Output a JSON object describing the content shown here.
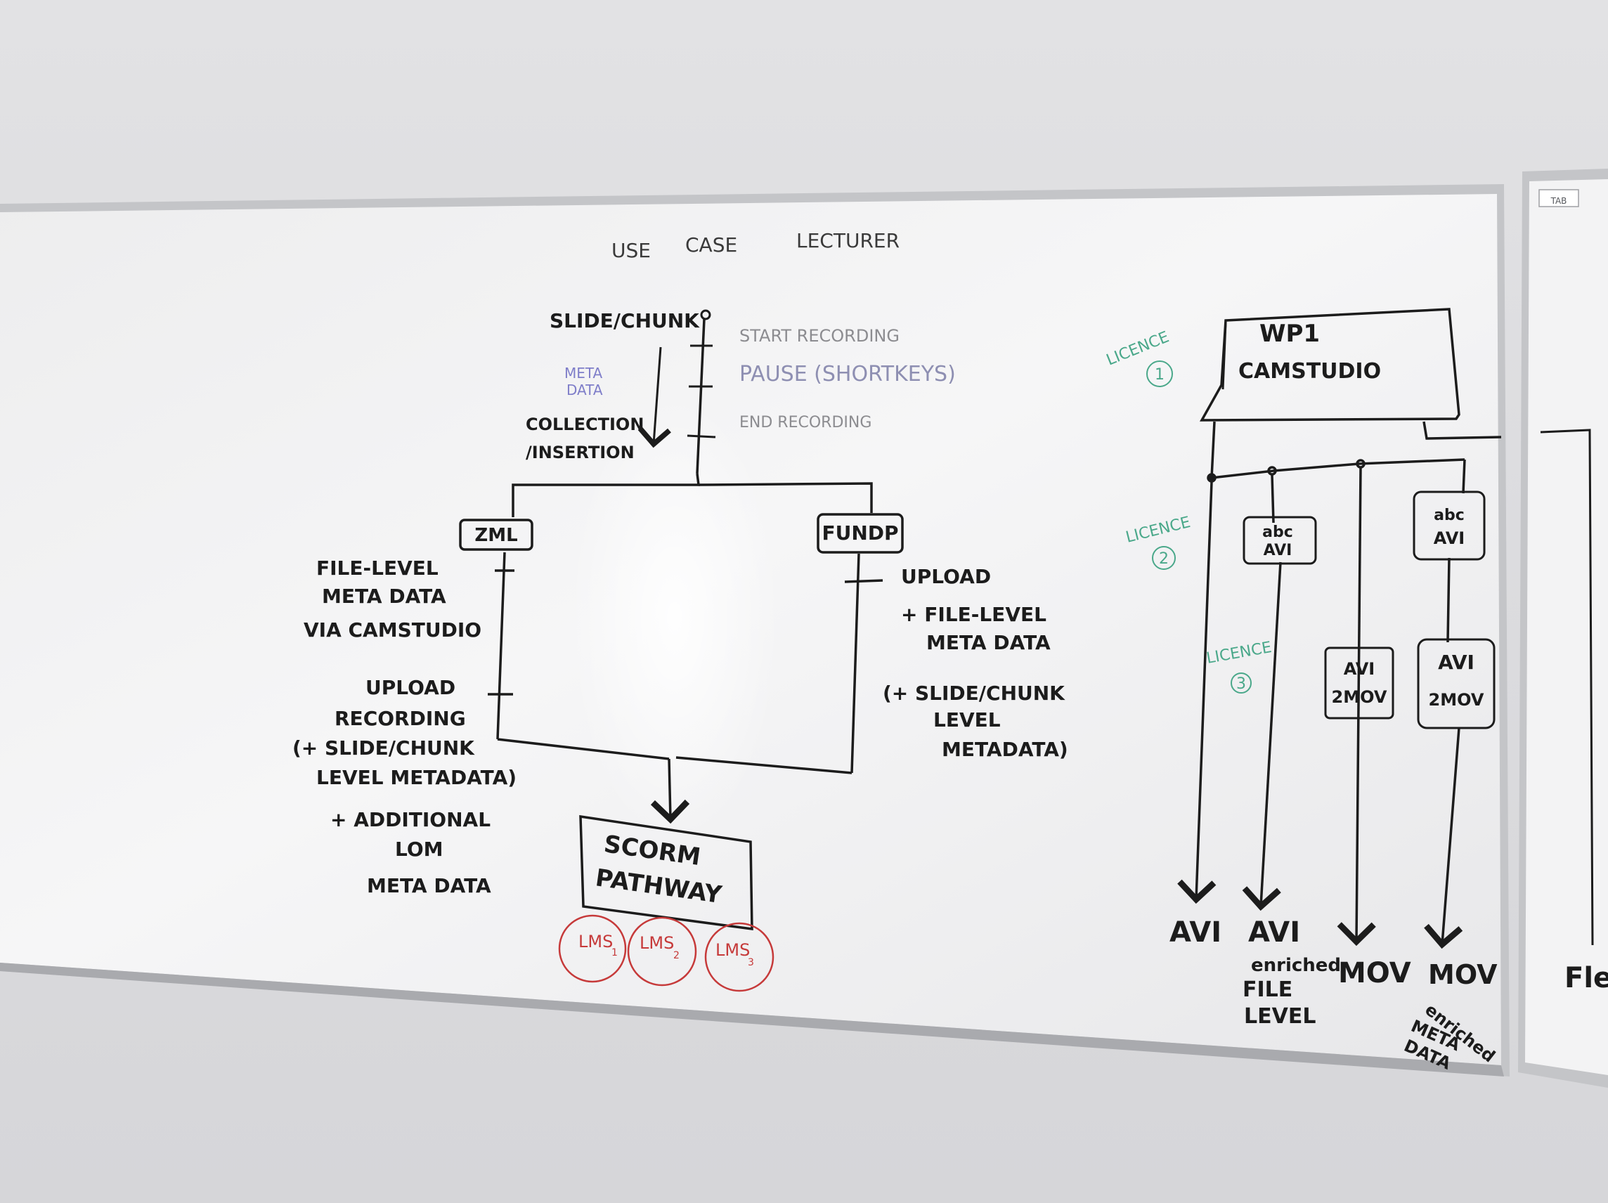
{
  "board": {
    "title": [
      "USE",
      "CASE",
      "LECTURER"
    ],
    "timeline": {
      "top_label": "SLIDE/CHUNK",
      "meta_label": [
        "META",
        "DATA"
      ],
      "collection_label": [
        "COLLECTION",
        "/INSERTION"
      ],
      "steps": [
        "START RECORDING",
        "PAUSE (SHORTKEYS)",
        "END RECORDING"
      ]
    },
    "left_box": "ZML",
    "right_box": "FUNDP",
    "left_notes": [
      "FILE-LEVEL",
      "META DATA",
      "VIA CAMSTUDIO",
      "UPLOAD",
      "RECORDING",
      "(+ SLIDE/CHUNK",
      "LEVEL METADATA)",
      "+ ADDITIONAL",
      "LOM",
      "META DATA"
    ],
    "right_notes": [
      "UPLOAD",
      "+ FILE-LEVEL",
      "META DATA",
      "(+ SLIDE/CHUNK",
      "LEVEL",
      "METADATA)"
    ],
    "target_box": [
      "SCORM",
      "PATHWAY"
    ],
    "lms": [
      {
        "label": "LMS",
        "sub": "1"
      },
      {
        "label": "LMS",
        "sub": "2"
      },
      {
        "label": "LMS",
        "sub": "3"
      }
    ],
    "wp_box": [
      "WP1",
      "CAMSTUDIO"
    ],
    "licences": [
      {
        "label": "LICENCE",
        "num": "1"
      },
      {
        "label": "LICENCE",
        "num": "2"
      },
      {
        "label": "LICENCE",
        "num": "3"
      }
    ],
    "small_boxes": [
      [
        "abc",
        "AVI"
      ],
      [
        "abc",
        "AVI"
      ],
      [
        "AVI",
        "2MOV"
      ],
      [
        "AVI",
        "2MOV"
      ]
    ],
    "outputs": [
      {
        "lines": [
          "AVI"
        ]
      },
      {
        "lines": [
          "AVI",
          "enriched",
          "FILE",
          "LEVEL"
        ]
      },
      {
        "lines": [
          "MOV"
        ]
      },
      {
        "lines": [
          "MOV",
          "enriched",
          "META",
          "DATA"
        ]
      }
    ],
    "second_board_fragment": "Fle",
    "logo_text": "TAB"
  },
  "colors": {
    "wall": "#dcdcdf",
    "board": "#f0f0f1",
    "frame": "#b9babd",
    "ink": "#1c1c1c",
    "grey_marker": "#8c8c90",
    "blue_marker": "#7f7ec9",
    "teal_marker": "#4aa88a",
    "red_marker": "#c63a3a"
  }
}
